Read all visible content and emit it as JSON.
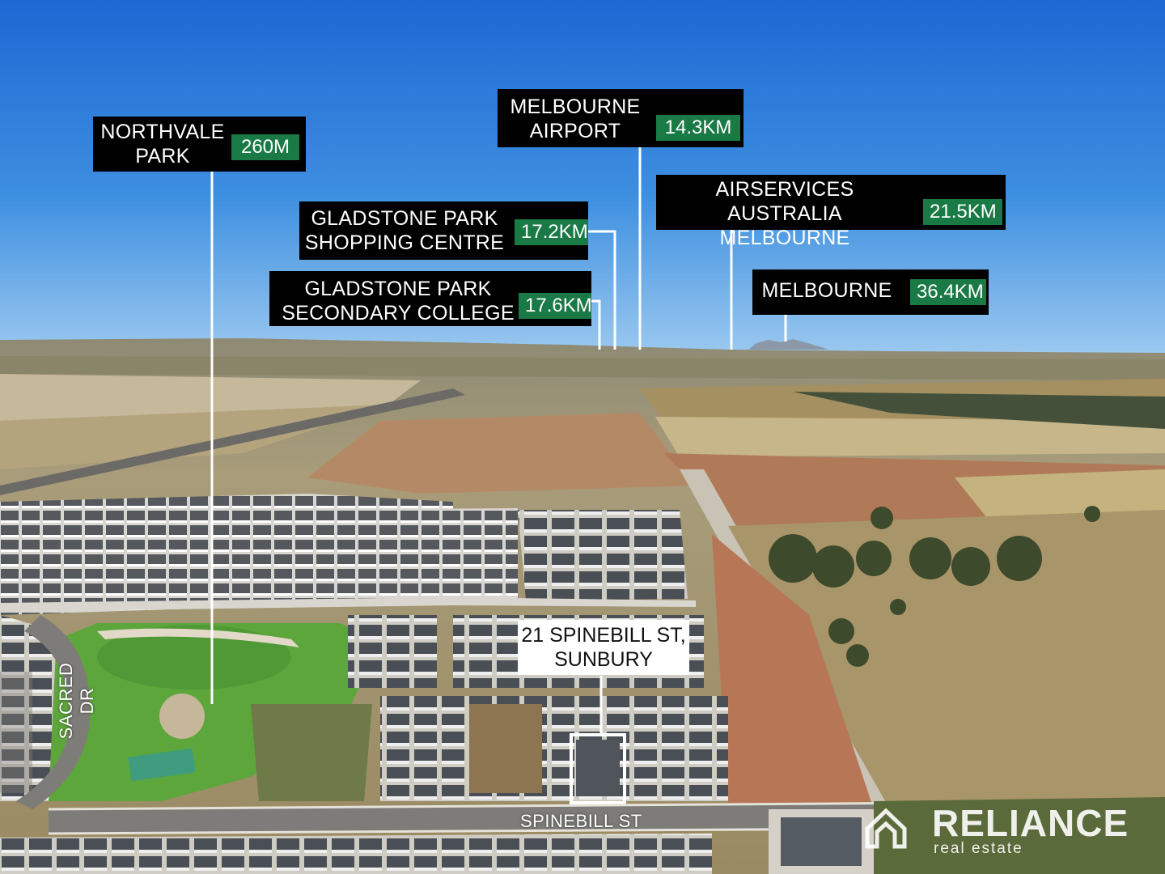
{
  "callouts": {
    "northvale": {
      "name": "NORTHVALE\nPARK",
      "distance": "260M"
    },
    "gladstone_sc": {
      "name": "GLADSTONE PARK\nSHOPPING CENTRE",
      "distance": "17.2KM"
    },
    "gladstone_col": {
      "name": "GLADSTONE PARK\nSECONDARY COLLEGE",
      "distance": "17.6KM"
    },
    "airport": {
      "name": "MELBOURNE\nAIRPORT",
      "distance": "14.3KM"
    },
    "airservices": {
      "name": "AIRSERVICES AUSTRALIA\nMELBOURNE",
      "distance": "21.5KM"
    },
    "melbourne": {
      "name": "MELBOURNE",
      "distance": "36.4KM"
    }
  },
  "address": "21 SPINEBILL ST,\nSUNBURY",
  "streets": {
    "sacred": "SACRED DR",
    "spinebill": "SPINEBILL ST"
  },
  "brand": {
    "name": "RELIANCE",
    "tagline": "real estate"
  },
  "colors": {
    "sky_top": "#1f6fd6",
    "sky_horizon": "#8fc2ee",
    "callout_bg": "#000000",
    "distance_bg": "#1a7a45",
    "grass": "#5aa03a",
    "dry_field": "#b59b6c"
  }
}
